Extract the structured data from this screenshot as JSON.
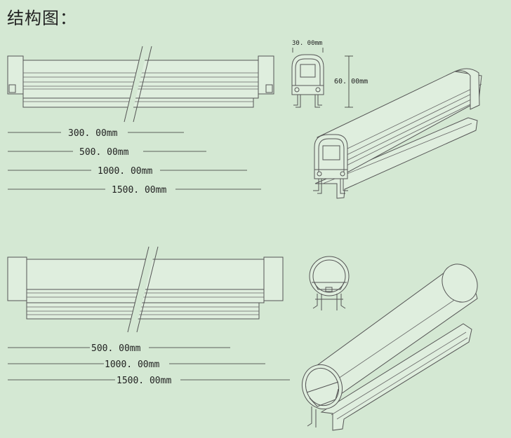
{
  "title": "结构图：",
  "section_top": {
    "lengths": [
      "300. 00mm",
      "500. 00mm",
      "1000. 00mm",
      "1500. 00mm"
    ],
    "profile_width": "30. 00mm",
    "profile_height": "60. 00mm"
  },
  "section_bottom": {
    "lengths": [
      "500. 00mm",
      "1000. 00mm",
      "1500. 00mm"
    ]
  }
}
